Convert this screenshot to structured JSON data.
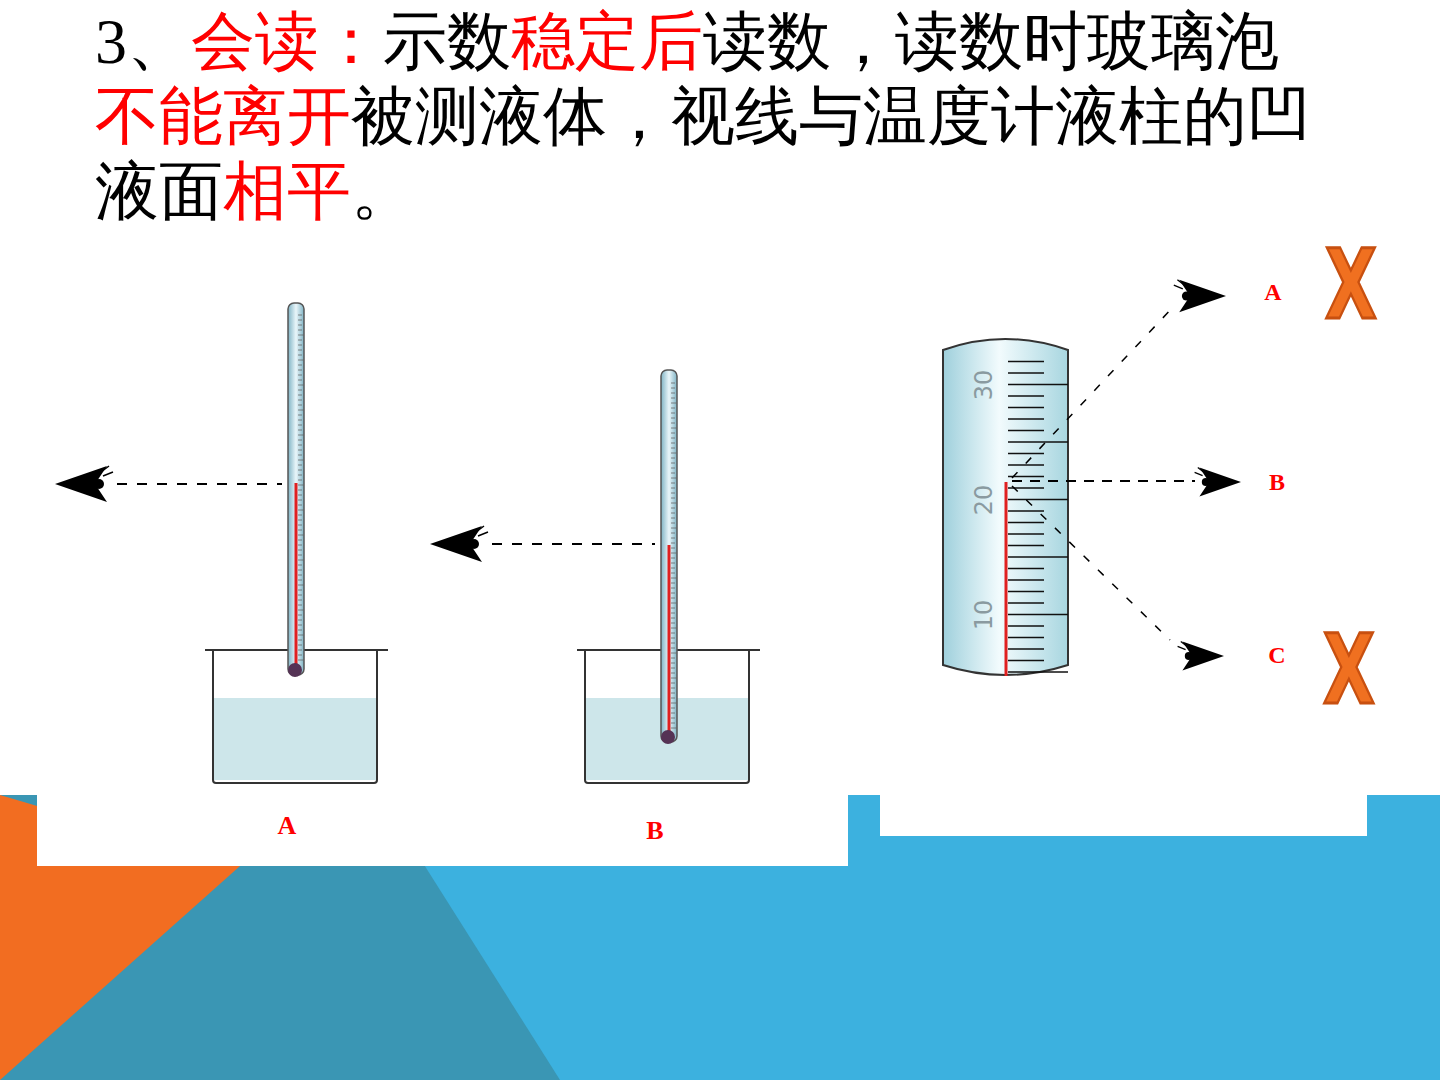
{
  "diagram": {
    "labels": [
      "3、",
      "会读：",
      "示数",
      "稳定后",
      "读数，读数时玻璃泡",
      "不能离开",
      "被测液体，视线与温度计液柱的凹液面",
      "相平",
      "。",
      "A",
      "B",
      "30",
      "20",
      "10",
      "A",
      "B",
      "C",
      "X",
      "X"
    ]
  }
}
